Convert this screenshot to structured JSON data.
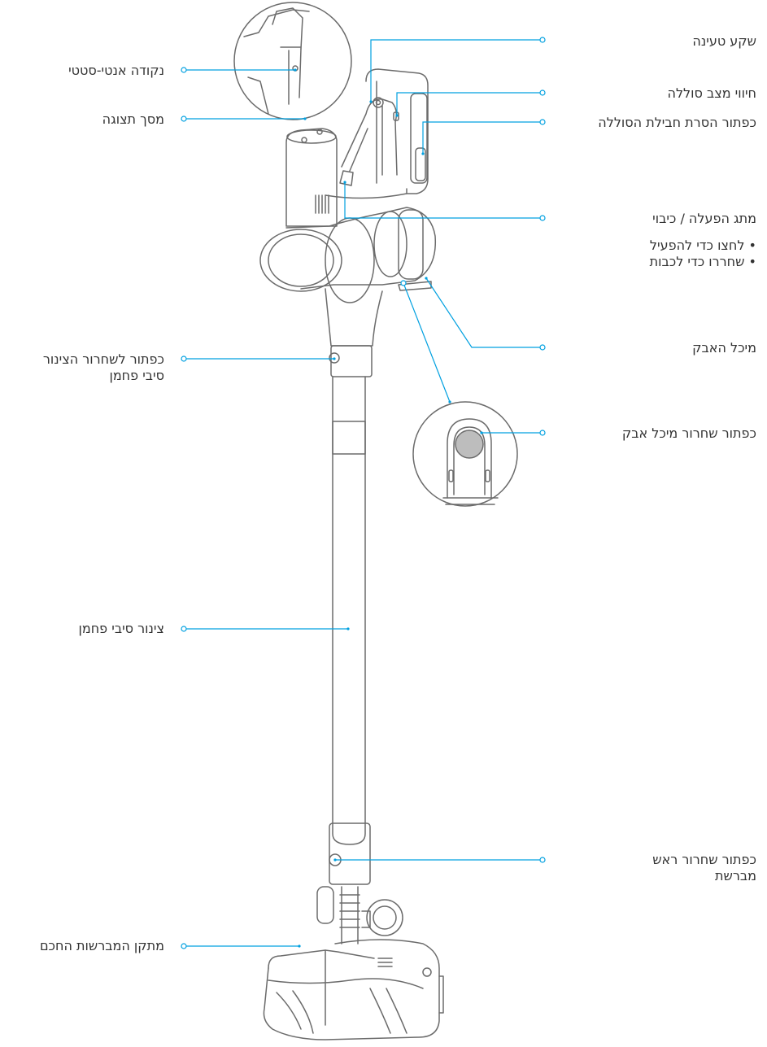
{
  "colors": {
    "leader": "#00a0e0",
    "outline": "#6b6b6b",
    "text": "#333333",
    "button_fill": "#bdbdbd"
  },
  "labels": {
    "anti_static_point": "נקודה אנטי-סטטי",
    "display_screen": "מסך תצוגה",
    "tube_release_button": [
      "כפתור לשחרור הצינור",
      "סיבי פחמן"
    ],
    "carbon_fiber_tube": "צינור סיבי פחמן",
    "smart_brush_unit": "מתקן המברשות החכם",
    "charging_port": "שקע טעינה",
    "battery_indicator": "חיווי מצב סוללה",
    "battery_release_button": "כפתור הסרת חבילת הסוללה",
    "power_trigger": "מתג הפעלה / כיבוי",
    "power_trigger_notes": [
      "לחצו כדי להפעיל",
      "שחררו כדי לכבות"
    ],
    "dust_bin": "מיכל האבק",
    "dust_bin_release_button": "כפתור שחרור מיכל אבק",
    "brush_head_release_button": [
      "כפתור שחרור ראש",
      "מברשת"
    ]
  }
}
